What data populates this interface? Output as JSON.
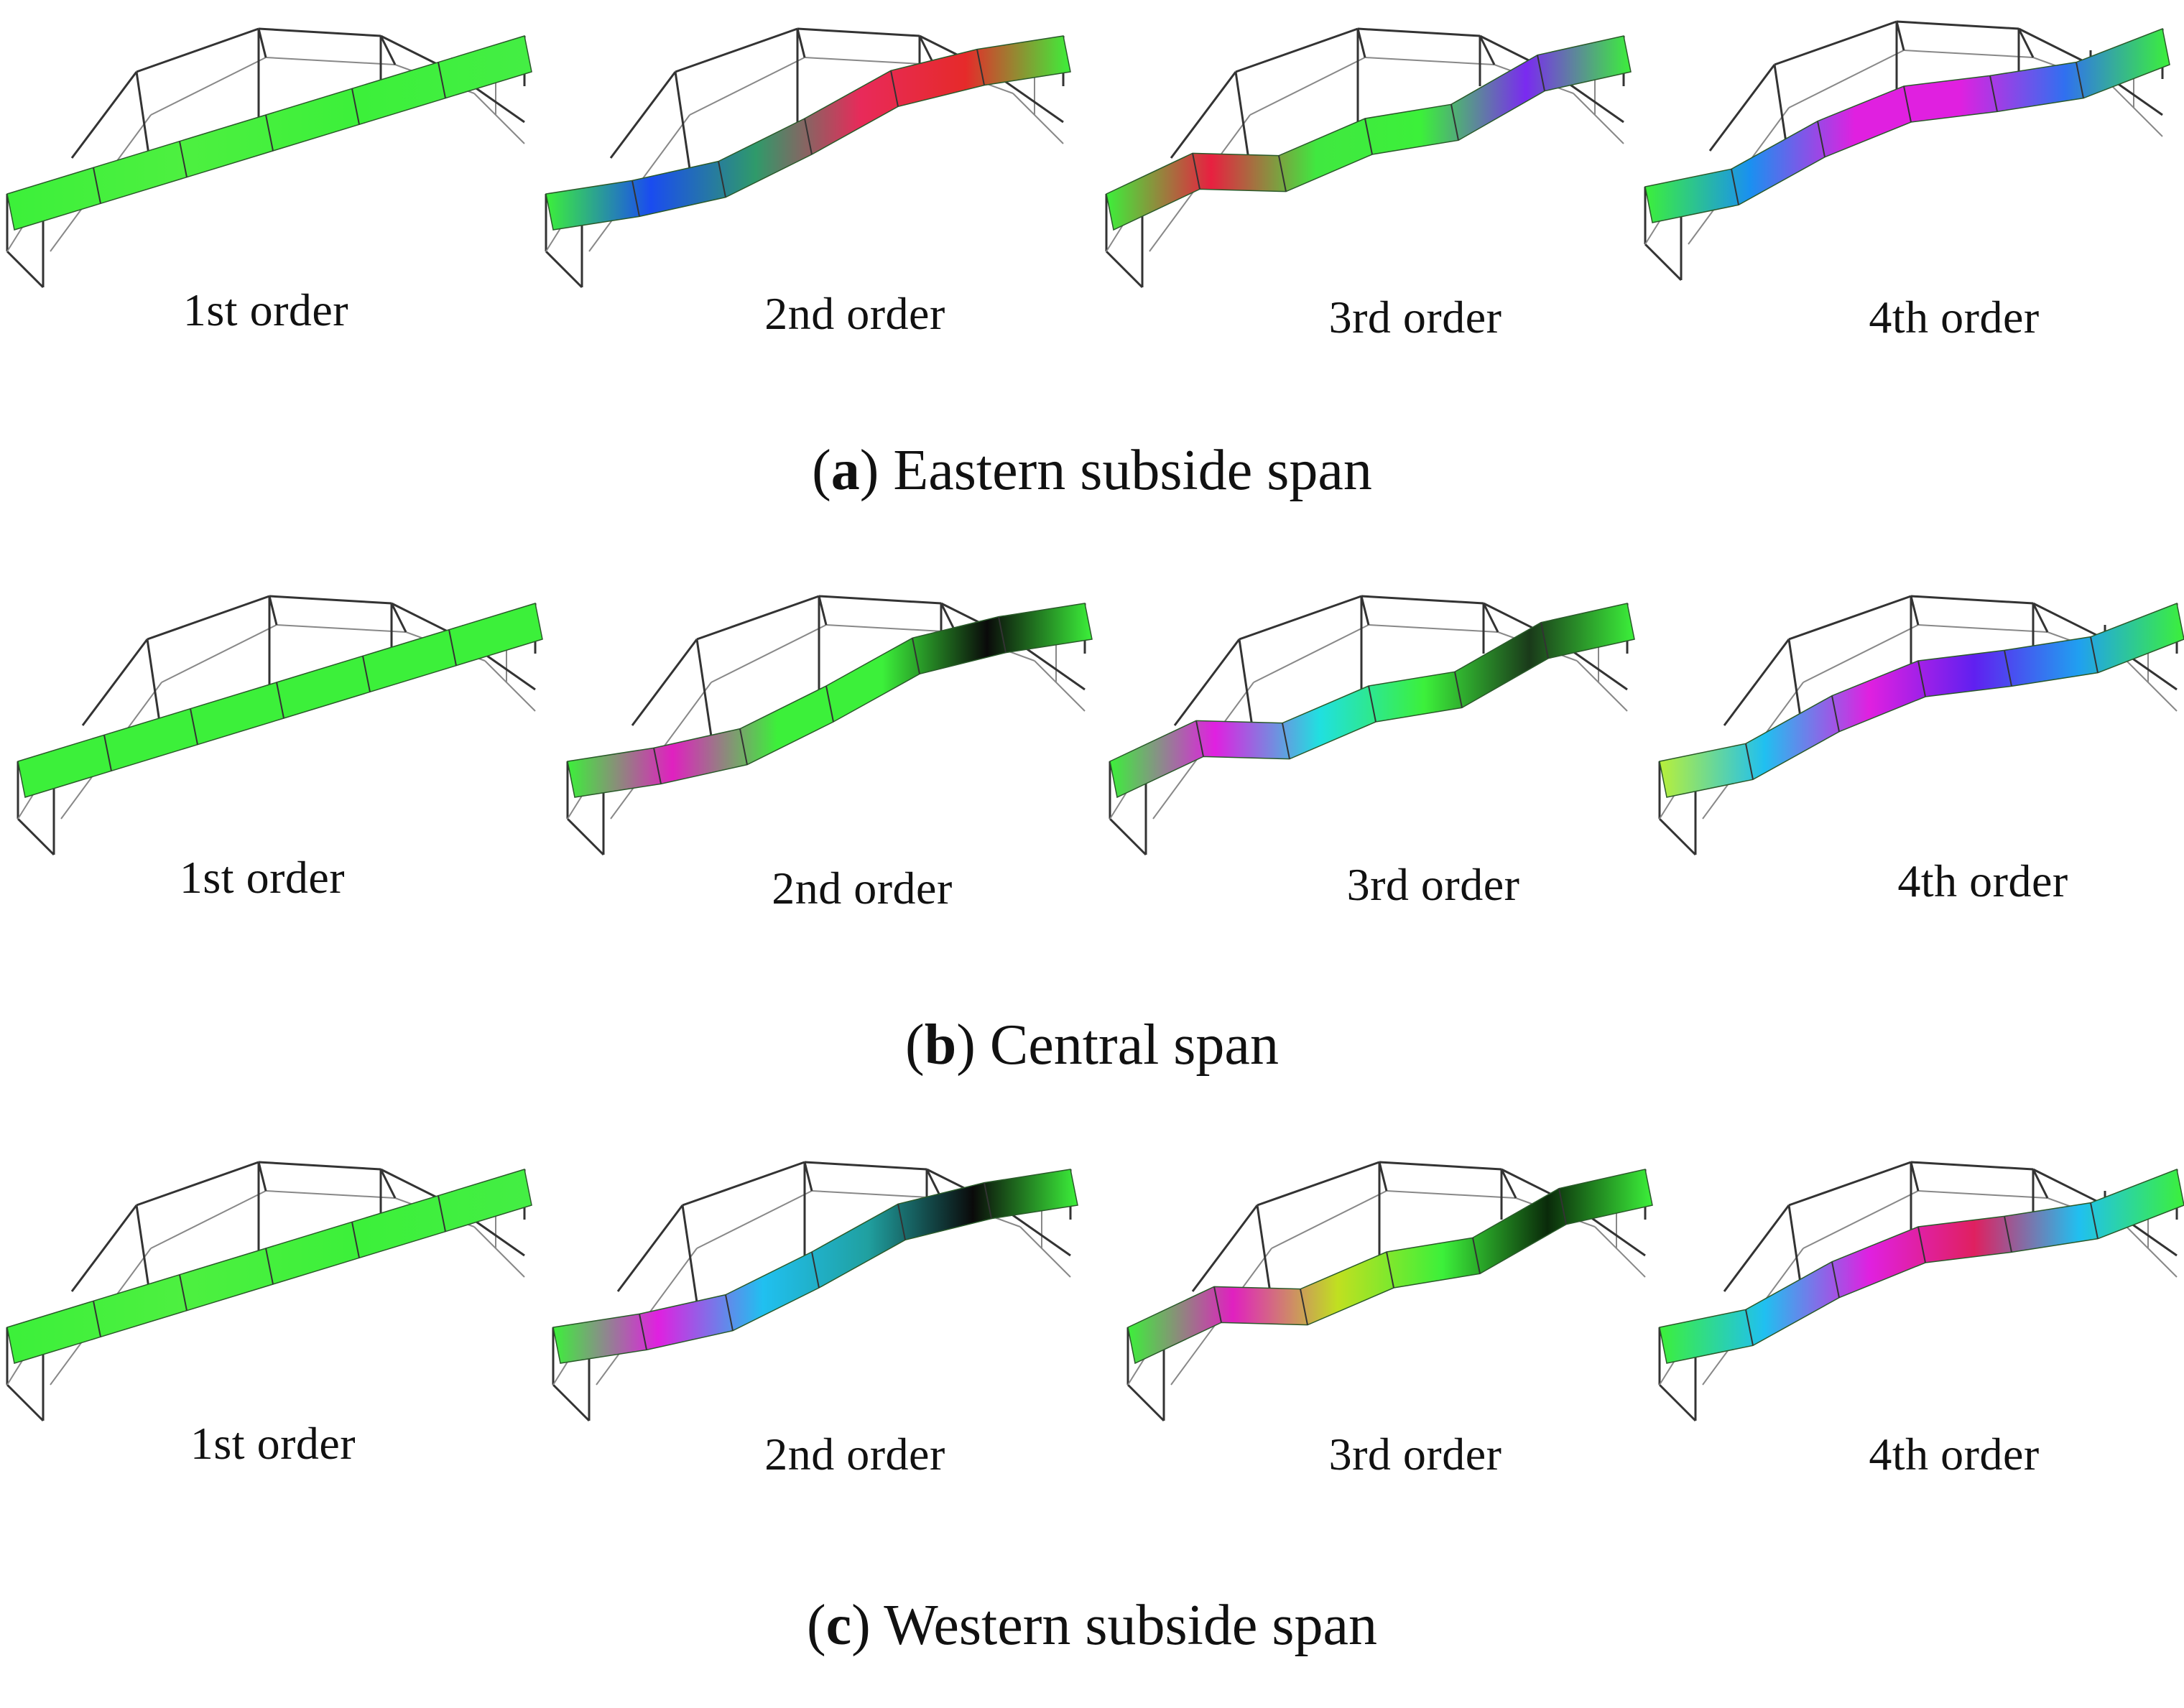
{
  "figure": {
    "rows": [
      {
        "id": "a",
        "caption_tag": "a",
        "caption_text": "Eastern subside span",
        "modes": [
          {
            "label": "1st order",
            "gradient": [
              "#3cf03a",
              "#4df040",
              "#3cf03a",
              "#44ee44"
            ]
          },
          {
            "label": "2nd order",
            "gradient": [
              "#3cf03a",
              "#1a4cf0",
              "#2f9a6a",
              "#e82a5a",
              "#e62a2a",
              "#3cf03a"
            ]
          },
          {
            "label": "3rd order",
            "gradient": [
              "#3cf03a",
              "#e82040",
              "#40e840",
              "#3cf03a",
              "#7a2af0",
              "#3cf03a"
            ]
          },
          {
            "label": "4th order",
            "gradient": [
              "#3cf03a",
              "#1a90f0",
              "#e020e0",
              "#e020e0",
              "#3070f0",
              "#3cf03a"
            ]
          }
        ]
      },
      {
        "id": "b",
        "caption_tag": "b",
        "caption_text": "Central span",
        "modes": [
          {
            "label": "1st order",
            "gradient": [
              "#3cf03a",
              "#3cf03a",
              "#3cf03a",
              "#3cf03a"
            ]
          },
          {
            "label": "2nd order",
            "gradient": [
              "#3cf03a",
              "#e020c0",
              "#3cf03a",
              "#3cf03a",
              "#0a0a0a",
              "#3cf03a"
            ]
          },
          {
            "label": "3rd order",
            "gradient": [
              "#3cf03a",
              "#e020e0",
              "#20e0e0",
              "#3cf03a",
              "#1a3a1a",
              "#3cf03a"
            ]
          },
          {
            "label": "4th order",
            "gradient": [
              "#b8f03a",
              "#20c0f0",
              "#e020e0",
              "#6020f0",
              "#20a0f0",
              "#3cf03a"
            ]
          }
        ]
      },
      {
        "id": "c",
        "caption_tag": "c",
        "caption_text": "Western subside span",
        "modes": [
          {
            "label": "1st order",
            "gradient": [
              "#3cf03a",
              "#4df040",
              "#3cf03a",
              "#44ee44"
            ]
          },
          {
            "label": "2nd order",
            "gradient": [
              "#3cf03a",
              "#e020e0",
              "#20c0f0",
              "#20a0a0",
              "#0a0a0a",
              "#3cf03a"
            ]
          },
          {
            "label": "3rd order",
            "gradient": [
              "#3cf03a",
              "#e020c0",
              "#c0e020",
              "#3cf03a",
              "#0a2a0a",
              "#3cf03a"
            ]
          },
          {
            "label": "4th order",
            "gradient": [
              "#3cf03a",
              "#20c0f0",
              "#e020e0",
              "#e02060",
              "#20c0f0",
              "#3cf03a"
            ]
          }
        ]
      }
    ],
    "colors": {
      "undeformed": "#3cf03a",
      "truss_stroke": "#333333",
      "background": "#ffffff"
    }
  }
}
